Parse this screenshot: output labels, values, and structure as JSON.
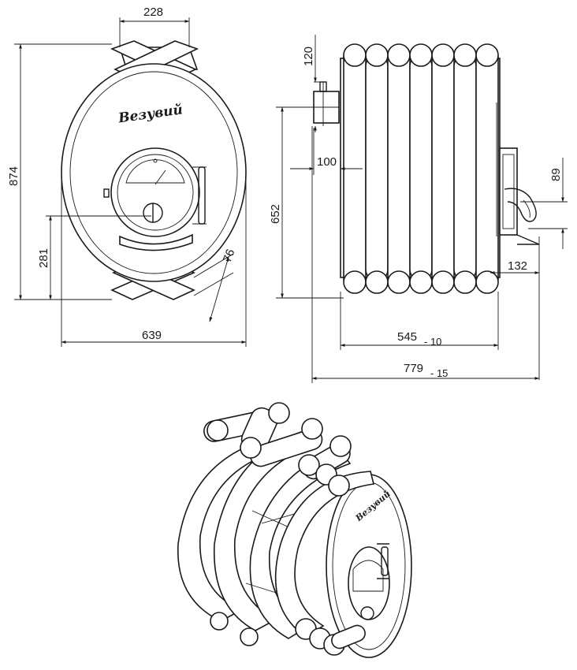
{
  "brand": "Везувий",
  "dimensions": {
    "top_pipe_span": "228",
    "total_height": "874",
    "door_height": "281",
    "leg_pipe": "76",
    "width": "639",
    "flue_height": "120",
    "flue_offset": "652",
    "flue_depth": "100",
    "water_pipe": "89",
    "rear_offset": "132",
    "body_length": "545",
    "body_length_tol": "- 10",
    "total_length": "779",
    "total_length_tol": "- 15"
  }
}
